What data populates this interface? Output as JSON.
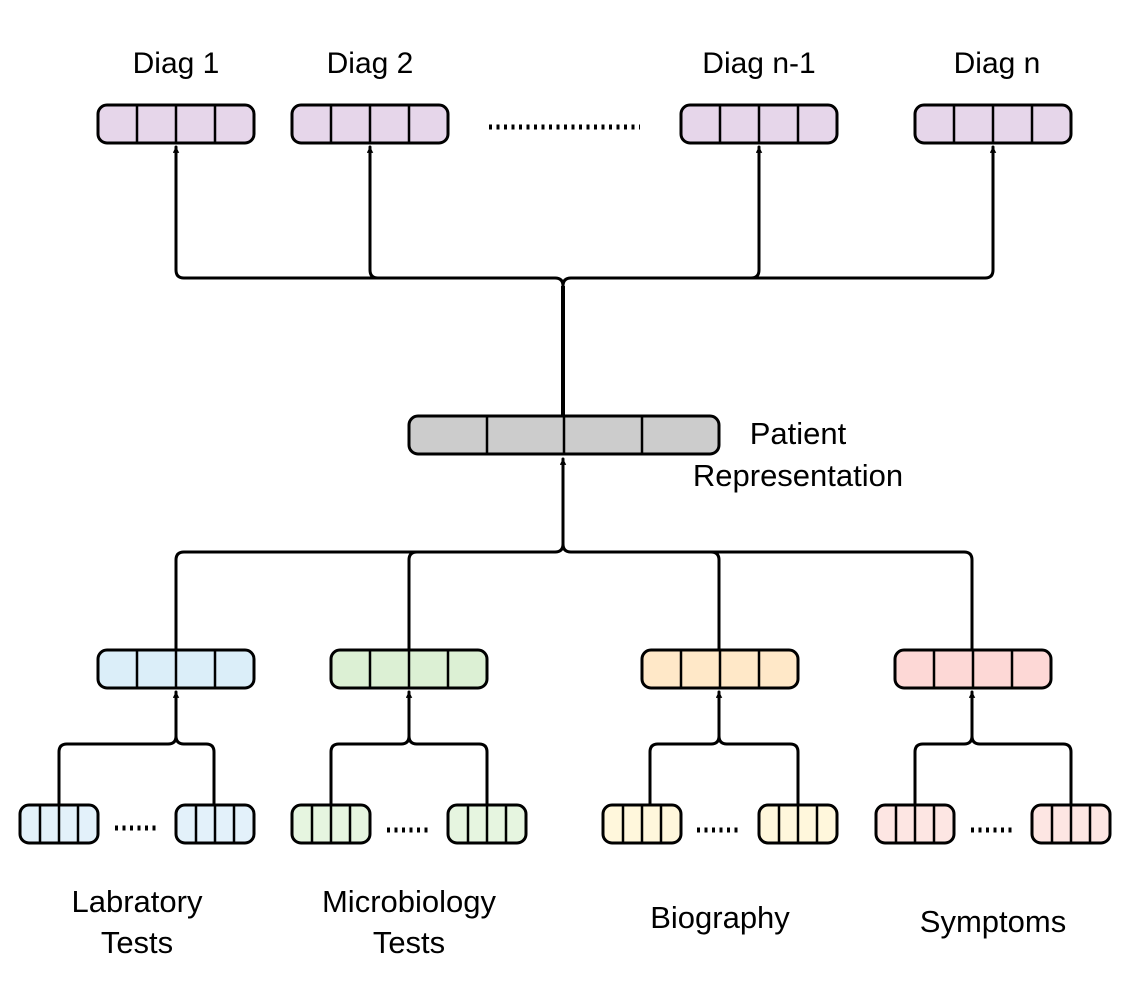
{
  "diagram": {
    "outputs": {
      "labels": [
        "Diag 1",
        "Diag 2",
        "Diag n-1",
        "Diag n"
      ],
      "color": "#e6d6ea"
    },
    "patient": {
      "label_line1": "Patient",
      "label_line2": "Representation",
      "color": "#cccccc"
    },
    "inputs": [
      {
        "line1": "Labratory",
        "line2": "Tests",
        "color": "#dbeef9",
        "small_color": "#e3f1fa"
      },
      {
        "line1": "Microbiology",
        "line2": "Tests",
        "color": "#dcf0d4",
        "small_color": "#e6f5e0"
      },
      {
        "line1": "Biography",
        "line2": "",
        "color": "#ffe8c8",
        "small_color": "#fff7dc"
      },
      {
        "line1": "Symptoms",
        "line2": "",
        "color": "#fdd8d6",
        "small_color": "#fde6e3"
      }
    ],
    "arrow_color": "#000000"
  }
}
